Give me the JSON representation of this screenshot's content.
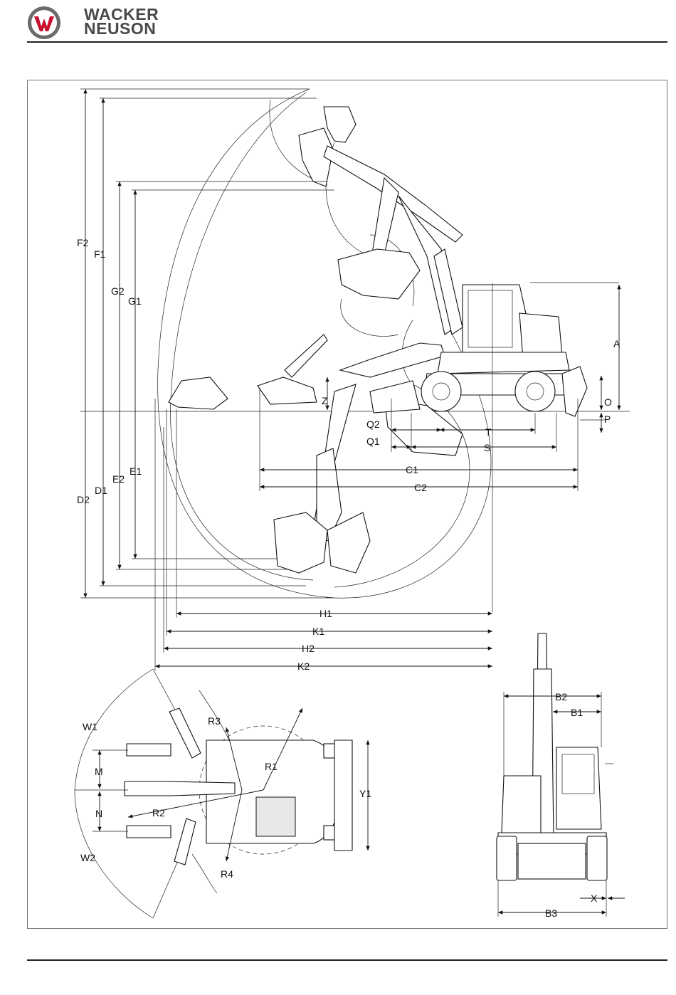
{
  "brand": {
    "line1": "WACKER",
    "line2": "NEUSON"
  },
  "colors": {
    "logo_red": "#c8102e",
    "logo_gray": "#6b6b6b",
    "line": "#111111"
  },
  "side_view_labels": {
    "F2": "F2",
    "F1": "F1",
    "G2": "G2",
    "G1": "G1",
    "D2": "D2",
    "D1": "D1",
    "E2": "E2",
    "E1": "E1",
    "A": "A",
    "O": "O",
    "P": "P",
    "Z": "Z",
    "Q2": "Q2",
    "Q1": "Q1",
    "T": "T",
    "S": "S",
    "C1": "C1",
    "C2": "C2",
    "H1": "H1",
    "K1": "K1",
    "H2": "H2",
    "K2": "K2"
  },
  "top_view_labels": {
    "W1": "W1",
    "W2": "W2",
    "M": "M",
    "N": "N",
    "R1": "R1",
    "R2": "R2",
    "R3": "R3",
    "R4": "R4",
    "Y1": "Y1"
  },
  "front_view_labels": {
    "B2": "B2",
    "B1": "B1",
    "B3": "B3",
    "X": "X"
  }
}
